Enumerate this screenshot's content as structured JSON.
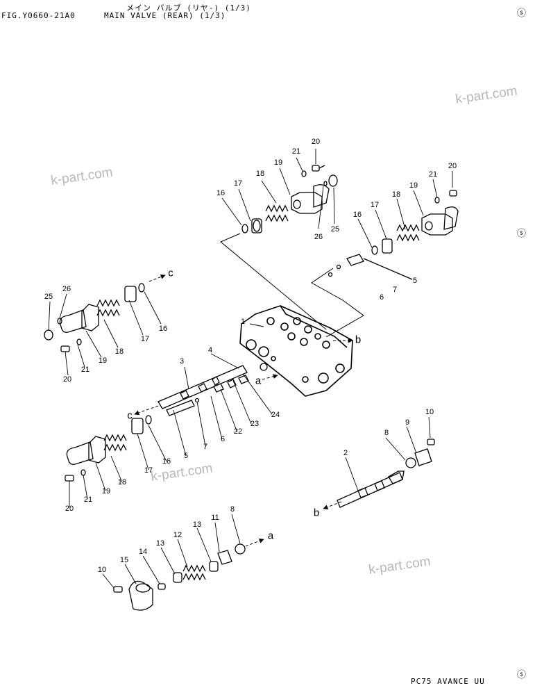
{
  "header": {
    "japanese_title": "メイン バルブ (リヤ-) (1/3)",
    "fig_id": "FIG.Y0660-21A0",
    "title": "MAIN VALVE (REAR) (1/3)"
  },
  "watermarks": [
    "k-part.com",
    "k-part.com",
    "k-part.com",
    "k-part.com"
  ],
  "part_labels": [
    "20",
    "21",
    "19",
    "18",
    "17",
    "16",
    "26",
    "25",
    "21",
    "20",
    "19",
    "18",
    "17",
    "16",
    "5",
    "7",
    "6",
    "1",
    "b",
    "25",
    "26",
    "16",
    "17",
    "18",
    "19",
    "21",
    "20",
    "4",
    "3",
    "a",
    "24",
    "23",
    "22",
    "6",
    "7",
    "5",
    "16",
    "17",
    "18",
    "19",
    "21",
    "20",
    "10",
    "9",
    "8",
    "2",
    "8",
    "11",
    "13",
    "12",
    "13",
    "14",
    "15",
    "10"
  ],
  "arrow_labels": [
    "c",
    "b",
    "a",
    "c",
    "b",
    "a"
  ],
  "footer": {
    "model": "PC75 AVANCE UU"
  },
  "colors": {
    "ink": "#000000",
    "watermark": "#b8b8b8",
    "background": "#ffffff"
  }
}
